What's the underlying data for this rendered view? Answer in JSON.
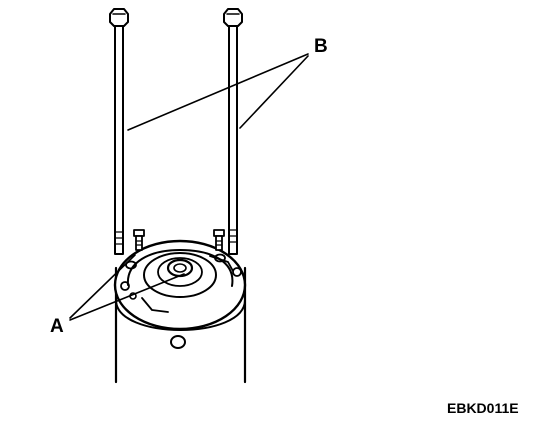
{
  "callouts": {
    "a": "A",
    "b": "B"
  },
  "figure_code": "EBKD011E"
}
